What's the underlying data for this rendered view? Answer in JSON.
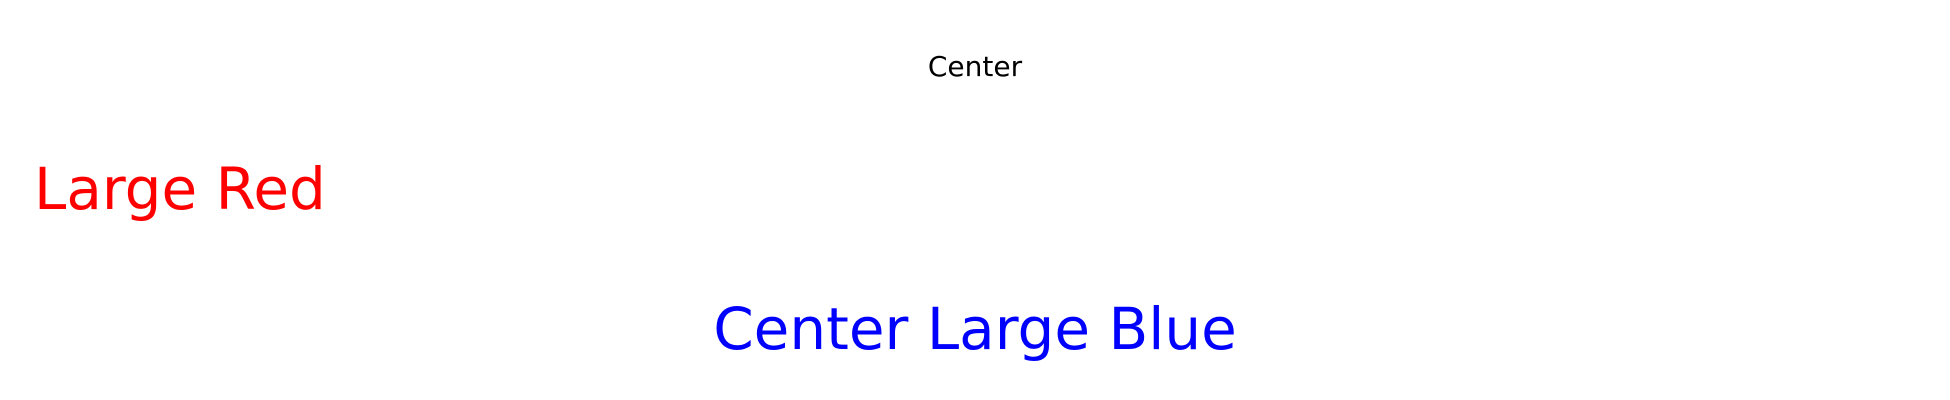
{
  "content": {
    "line1": {
      "text": "Center",
      "color": "#000000"
    },
    "line2": {
      "text": "Large Red",
      "color": "#ff0000"
    },
    "line3": {
      "text": "Center Large Blue",
      "color": "#0000ff"
    }
  }
}
